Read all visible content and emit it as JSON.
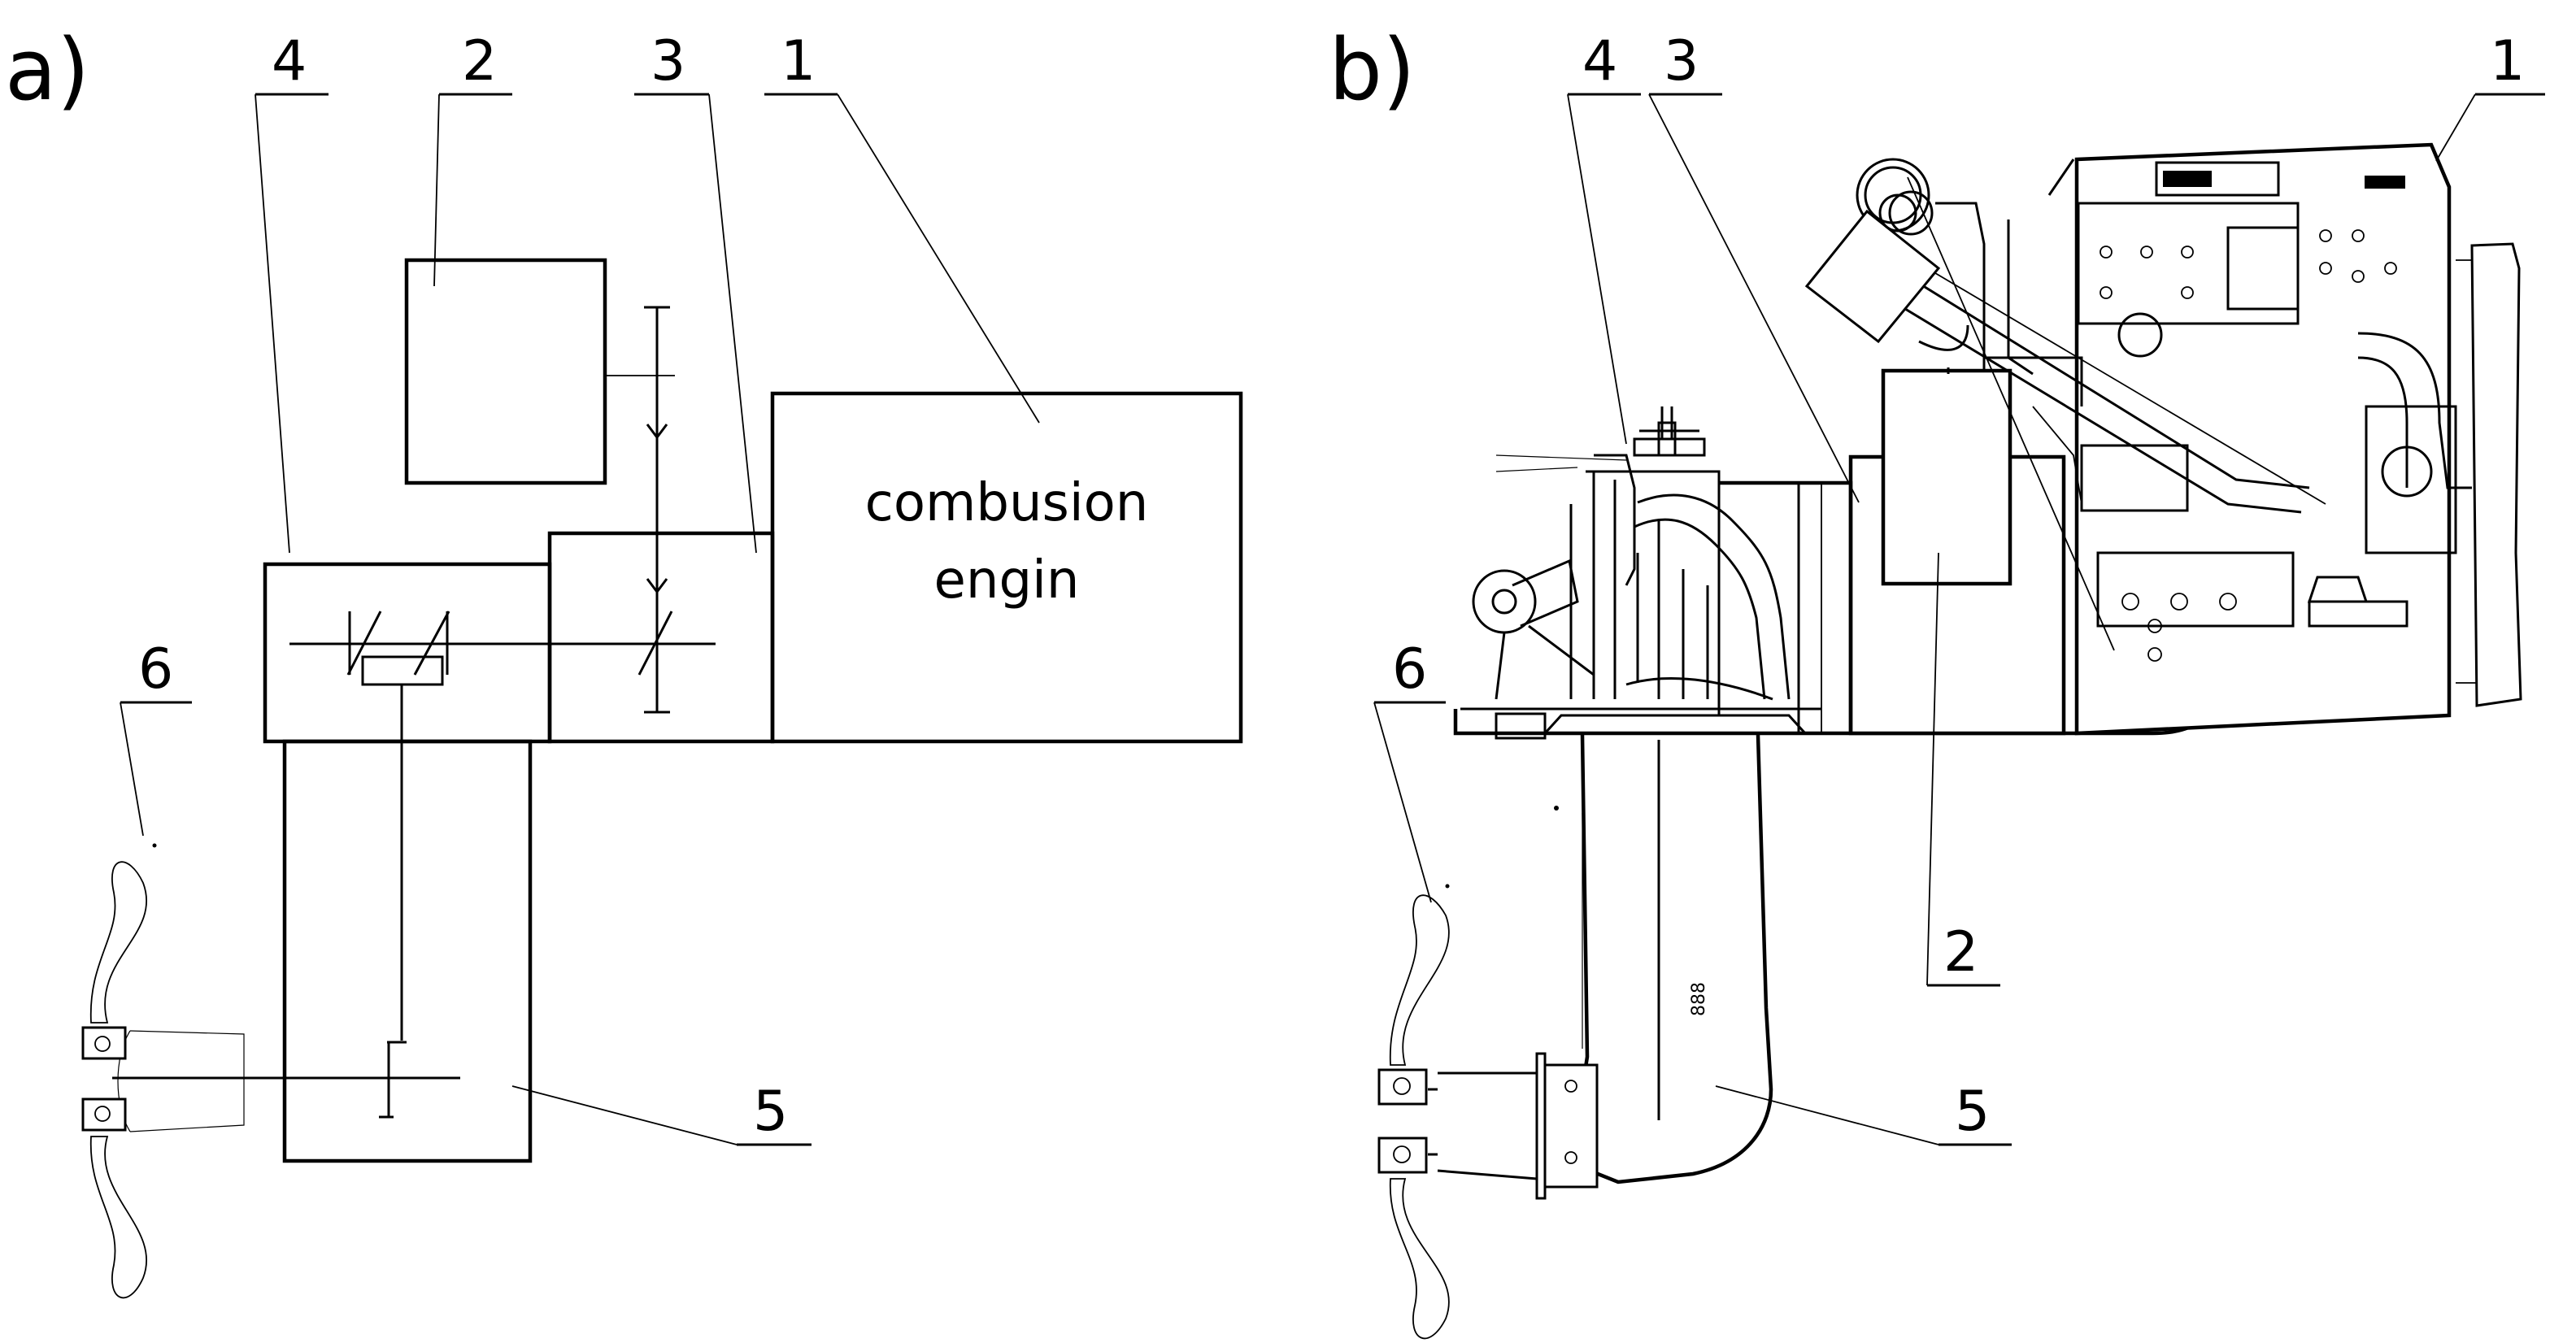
{
  "panels": {
    "a": {
      "label": "a)",
      "engine_text_line1": "combusion",
      "engine_text_line2": "engin",
      "callouts": {
        "c1": "1",
        "c2": "2",
        "c3": "3",
        "c4": "4",
        "c5": "5",
        "c6": "6"
      }
    },
    "b": {
      "label": "b)",
      "plate_text": "888",
      "callouts": {
        "c1": "1",
        "c2": "2",
        "c3": "3",
        "c4": "4",
        "c5": "5",
        "c6": "6"
      }
    }
  }
}
